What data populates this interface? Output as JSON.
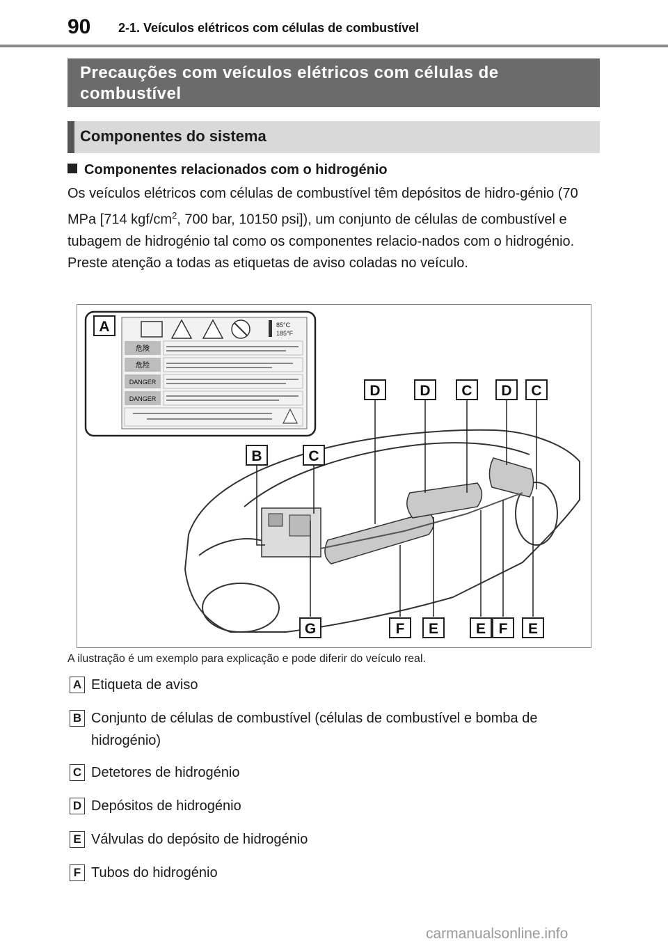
{
  "header": {
    "page_number": "90",
    "chapter": "2-1. Veículos elétricos com células de combustível"
  },
  "section_title": "Precauções com veículos elétricos com células de combustível",
  "subsection_title": "Componentes do sistema",
  "lead_heading": "Componentes relacionados com o hidrogénio",
  "paragraph": {
    "part1": "Os veículos elétricos com células de combustível têm depósitos de hidro-génio (70 MPa [714 kgf/cm",
    "sup": "2",
    "part2": ", 700 bar, 10150 psi]), um conjunto de células de combustível e tubagem de hidrogénio tal como os componentes relacio-nados com o hidrogénio. Preste atenção a todas as etiquetas de aviso coladas no veículo."
  },
  "figure": {
    "label_box": {
      "lines": [
        "危険",
        "危险",
        "DANGER",
        "DANGER"
      ],
      "temp": [
        "85°C",
        "185°F"
      ]
    },
    "callouts": [
      "A",
      "B",
      "C",
      "D",
      "D",
      "C",
      "D",
      "C",
      "G",
      "F",
      "E",
      "E",
      "F",
      "E"
    ]
  },
  "caption": "A ilustração é um exemplo para explicação e pode diferir do veículo real.",
  "legend": [
    {
      "key": "A",
      "text": "Etiqueta de aviso"
    },
    {
      "key": "B",
      "text": "Conjunto de células de combustível (células de combustível e bomba de hidrogénio)"
    },
    {
      "key": "C",
      "text": "Detetores de hidrogénio"
    },
    {
      "key": "D",
      "text": "Depósitos de hidrogénio"
    },
    {
      "key": "E",
      "text": "Válvulas do depósito de hidrogénio"
    },
    {
      "key": "F",
      "text": "Tubos do hidrogénio"
    }
  ],
  "watermark": "carmanualsonline.info",
  "colors": {
    "section_bg": "#6b6b6b",
    "subsection_bg": "#d9d9d9",
    "rule": "#8a8a8a"
  }
}
